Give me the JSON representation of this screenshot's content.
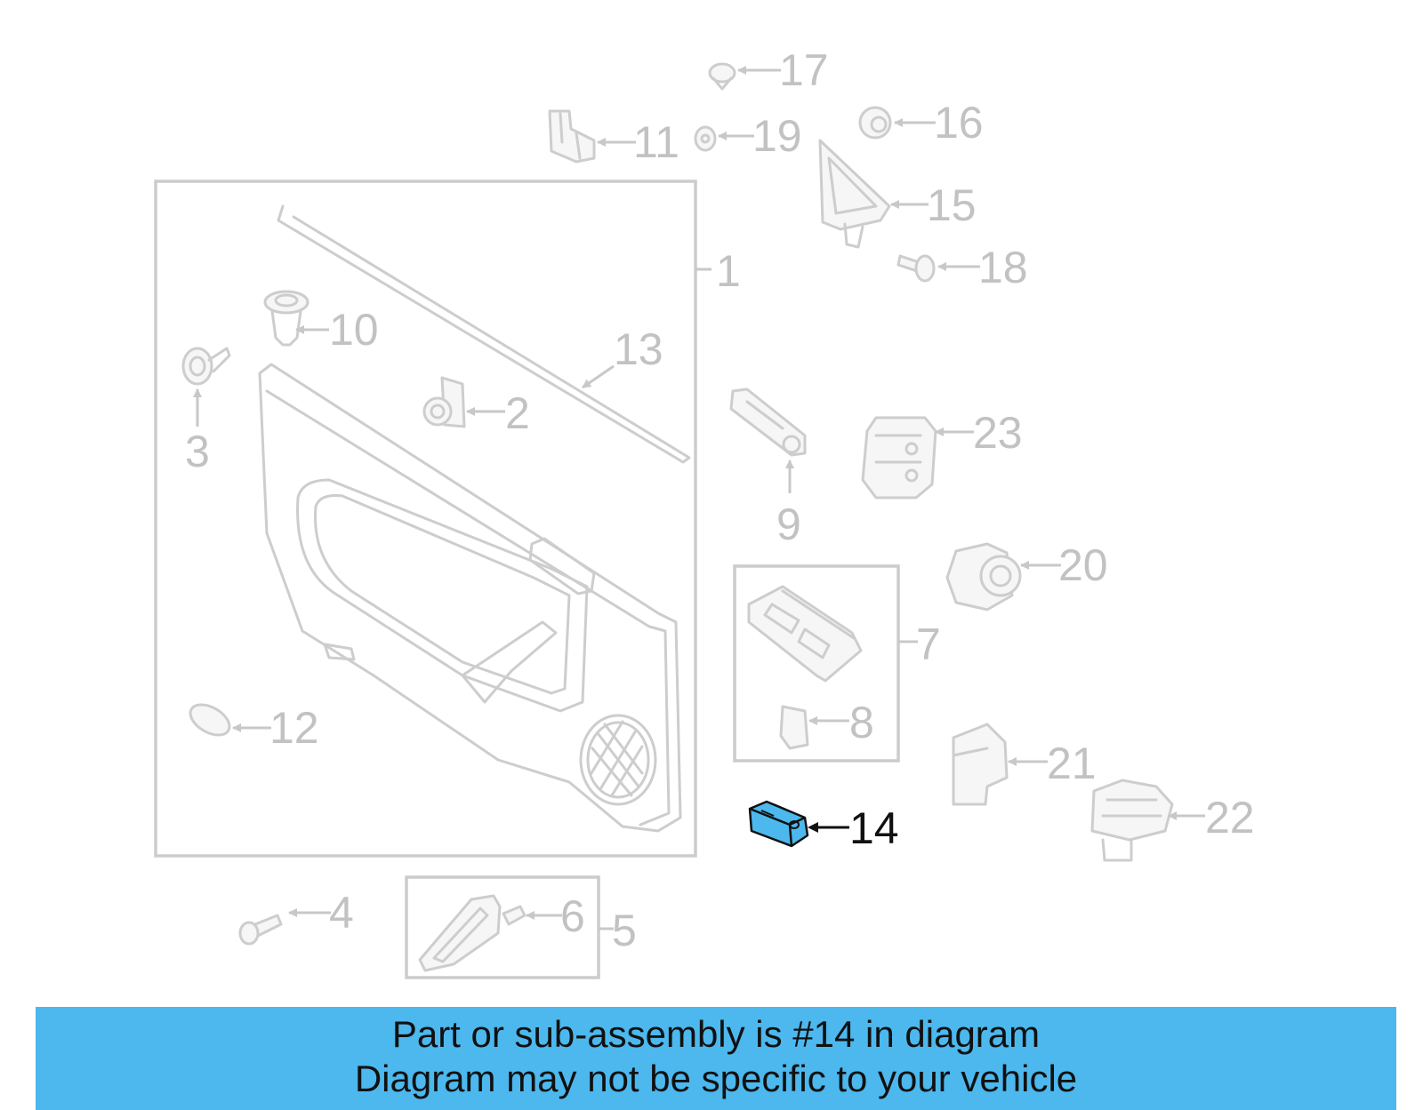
{
  "callouts": {
    "c1": "1",
    "c2": "2",
    "c3": "3",
    "c4": "4",
    "c5": "5",
    "c6": "6",
    "c7": "7",
    "c8": "8",
    "c9": "9",
    "c10": "10",
    "c11": "11",
    "c12": "12",
    "c13": "13",
    "c14": "14",
    "c15": "15",
    "c16": "16",
    "c17": "17",
    "c18": "18",
    "c19": "19",
    "c20": "20",
    "c21": "21",
    "c22": "22",
    "c23": "23"
  },
  "highlight": {
    "callout": "14",
    "color": "#4cb8ee"
  },
  "banner": {
    "line1": "Part or sub-assembly is #14 in diagram",
    "line2": "Diagram may not be specific to your vehicle",
    "background": "#4cb8ee"
  }
}
